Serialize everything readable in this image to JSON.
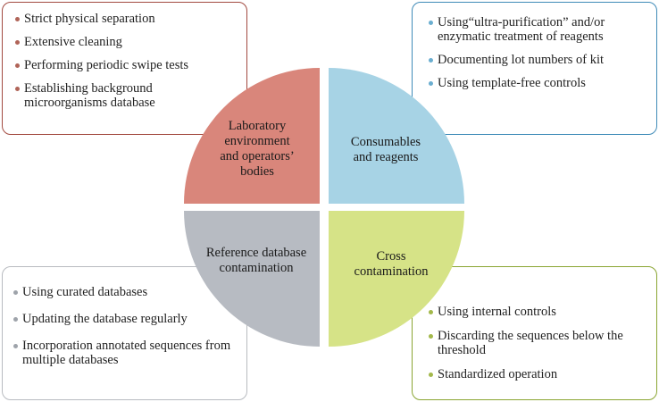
{
  "colors": {
    "lab_fill": "#d9867b",
    "lab_border": "#a24a40",
    "consumables_fill": "#a7d3e5",
    "consumables_border": "#3f8bb8",
    "reference_fill": "#b7bbc2",
    "reference_border": "#b8bbc0",
    "cross_fill": "#d6e387",
    "cross_border": "#8aa532"
  },
  "quadrants": {
    "lab": [
      "Laboratory",
      "environment",
      "and operators’",
      "bodies"
    ],
    "consumables": [
      "Consumables",
      "and reagents"
    ],
    "reference": [
      "Reference database",
      "contamination"
    ],
    "cross": [
      "Cross",
      "contamination"
    ]
  },
  "boxes": {
    "lab": {
      "items": [
        "Strict physical separation",
        "Extensive cleaning",
        "Performing periodic swipe tests",
        "Establishing background microorganisms database"
      ]
    },
    "consumables": {
      "items": [
        "Using“ultra-purification” and/or enzymatic treatment of reagents",
        "Documenting lot numbers of kit",
        "Using template-free controls"
      ]
    },
    "reference": {
      "items": [
        "Using curated databases",
        "Updating the database regularly",
        "Incorporation annotated sequences from multiple databases"
      ]
    },
    "cross": {
      "items": [
        "Using internal controls",
        "Discarding the sequences below the threshold",
        "Standardized operation"
      ]
    }
  }
}
